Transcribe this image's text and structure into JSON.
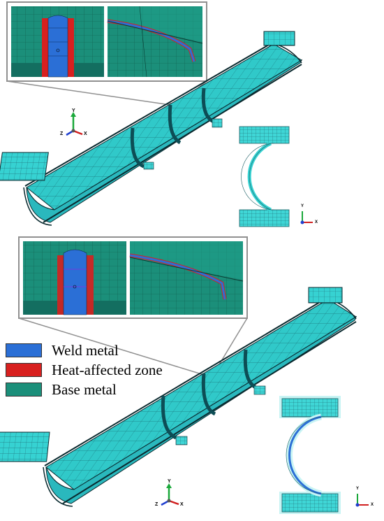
{
  "colors": {
    "weld_metal": "#2b6fd6",
    "heat_affected_zone": "#d8201f",
    "base_metal": "#1b8f7a",
    "mesh": "#3fd6d6",
    "callout_frame": "#909090"
  },
  "legend": {
    "items": [
      {
        "label": "Weld metal",
        "color": "#2b6fd6"
      },
      {
        "label": "Heat-affected zone",
        "color": "#d8201f"
      },
      {
        "label": "Base metal",
        "color": "#1b8f7a"
      }
    ]
  },
  "top_model": {
    "triad": {
      "x": "X",
      "y": "Y",
      "z": "Z"
    },
    "section_triad": {
      "x": "X",
      "y": "Y"
    }
  },
  "bottom_model": {
    "triad": {
      "x": "X",
      "y": "Y",
      "z": "Z"
    },
    "section_triad": {
      "x": "X",
      "y": "Y"
    }
  }
}
